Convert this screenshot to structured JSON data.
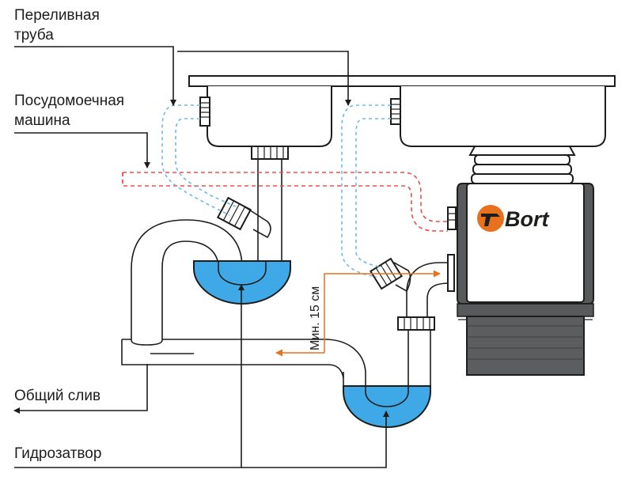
{
  "labels": {
    "overflow_line1": "Переливная",
    "overflow_line2": "труба",
    "dishwasher_line1": "Посудомоечная",
    "dishwasher_line2": "машина",
    "common_drain": "Общий слив",
    "water_seal": "Гидрозатвор",
    "min_height": "Мин. 15 см",
    "brand": "Bort"
  },
  "colors": {
    "water": "#3fa9e8",
    "dishwasher_dash": "#e8504a",
    "overflow_dash": "#6bb8e6",
    "dimension_arrow": "#e8711e",
    "ink": "#1d1d1b"
  }
}
